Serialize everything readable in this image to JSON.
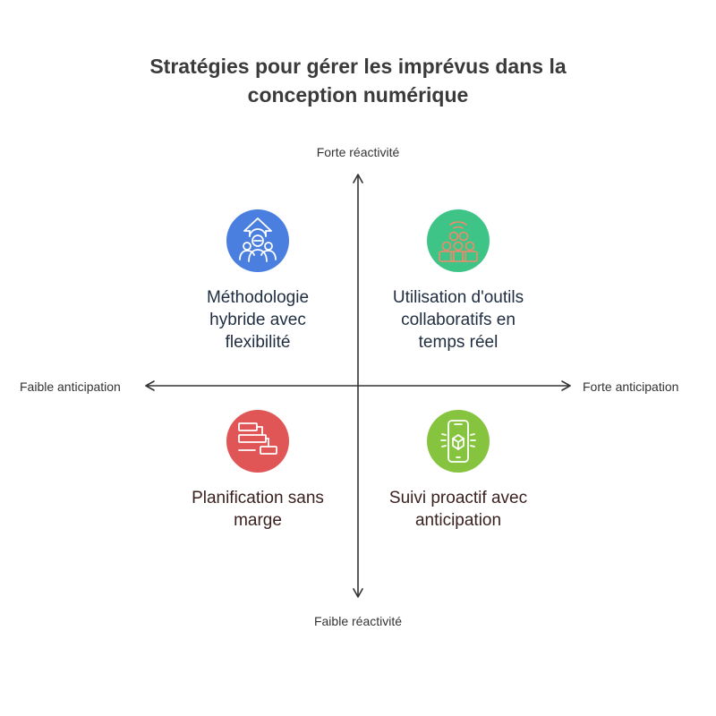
{
  "title": {
    "line1": "Stratégies pour gérer les imprévus dans la",
    "line2": "conception numérique"
  },
  "axes": {
    "top": "Forte réactivité",
    "bottom": "Faible réactivité",
    "left": "Faible anticipation",
    "right": "Forte anticipation"
  },
  "quadrants": {
    "top_left": {
      "line1": "Méthodologie",
      "line2": "hybride avec",
      "line3": "flexibilité",
      "icon": "people-growth-icon",
      "color": "#4a7fe0"
    },
    "top_right": {
      "line1": "Utilisation d'outils",
      "line2": "collaboratifs en",
      "line3": "temps réel",
      "icon": "collaboration-team-icon",
      "color": "#3fc488"
    },
    "bottom_left": {
      "line1": "Planification sans",
      "line2": "marge",
      "icon": "gantt-plan-icon",
      "color": "#e05555"
    },
    "bottom_right": {
      "line1": "Suivi proactif avec",
      "line2": "anticipation",
      "icon": "mobile-tracking-icon",
      "color": "#86c440"
    }
  },
  "text_colors": {
    "top": "#1f2d40",
    "bottom": "#3a1f1f"
  }
}
